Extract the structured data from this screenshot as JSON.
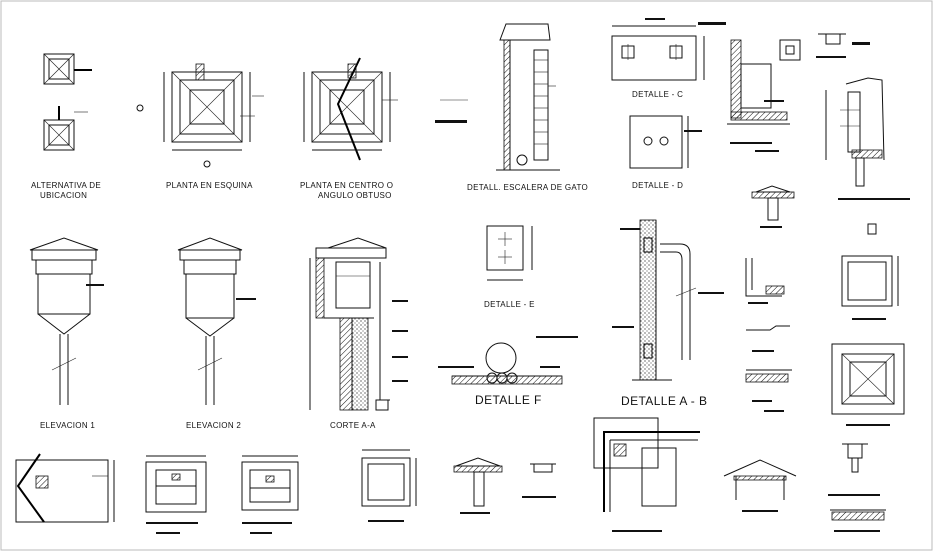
{
  "labels": {
    "alternativa": [
      "ALTERNATIVA DE",
      "UBICACION"
    ],
    "planta_esquina": "PLANTA EN ESQUINA",
    "planta_centro": [
      "PLANTA EN CENTRO  O",
      "ANGULO OBTUSO"
    ],
    "detall_escalera": "DETALL. ESCALERA DE GATO",
    "detalle_c": "DETALLE - C",
    "detalle_d": "DETALLE - D",
    "elevacion_1": "ELEVACION 1",
    "elevacion_2": "ELEVACION 2",
    "corte_aa": "CORTE A-A",
    "detalle_e": "DETALLE - E",
    "detalle_f": "DETALLE F",
    "detalle_ab": "DETALLE A - B"
  },
  "colors": {
    "line": "#111111",
    "background": "#ffffff"
  }
}
